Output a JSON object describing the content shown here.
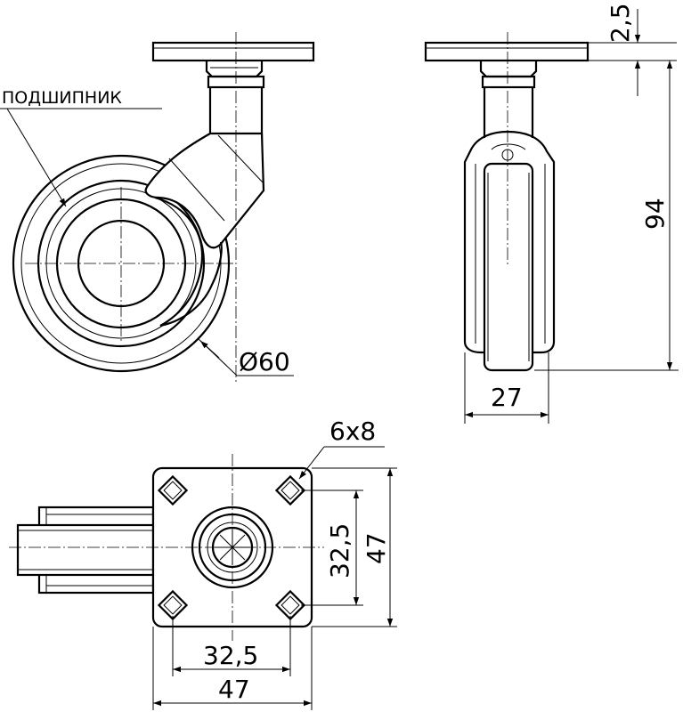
{
  "labels": {
    "bearing": "ПОДШИПНИК",
    "wheel_diameter": "Ø60",
    "plate_offset": "2,5",
    "total_height": "94",
    "wheel_width": "27",
    "holes": "6x8",
    "hole_spacing_vertical": "32,5",
    "plate_size_vertical": "47",
    "hole_spacing_horizontal": "32,5",
    "plate_size_horizontal": "47"
  },
  "colors": {
    "line": "#000000",
    "background": "#ffffff"
  }
}
